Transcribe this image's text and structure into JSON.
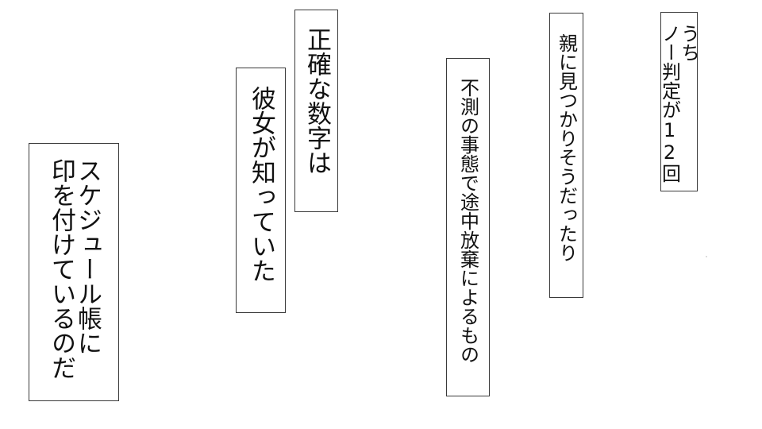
{
  "speech_boxes": [
    {
      "lines": [
        "うち",
        "ノー判定が12回"
      ]
    },
    {
      "lines": [
        "親に見つかりそうだったり"
      ]
    },
    {
      "lines": [
        "不測の事態で途中放棄によるもの"
      ]
    },
    {
      "lines": [
        "正確な数字は"
      ]
    },
    {
      "lines": [
        "彼女が知っていた"
      ]
    },
    {
      "lines": [
        "スケジュール帳に",
        "印を付けているのだ"
      ]
    }
  ]
}
